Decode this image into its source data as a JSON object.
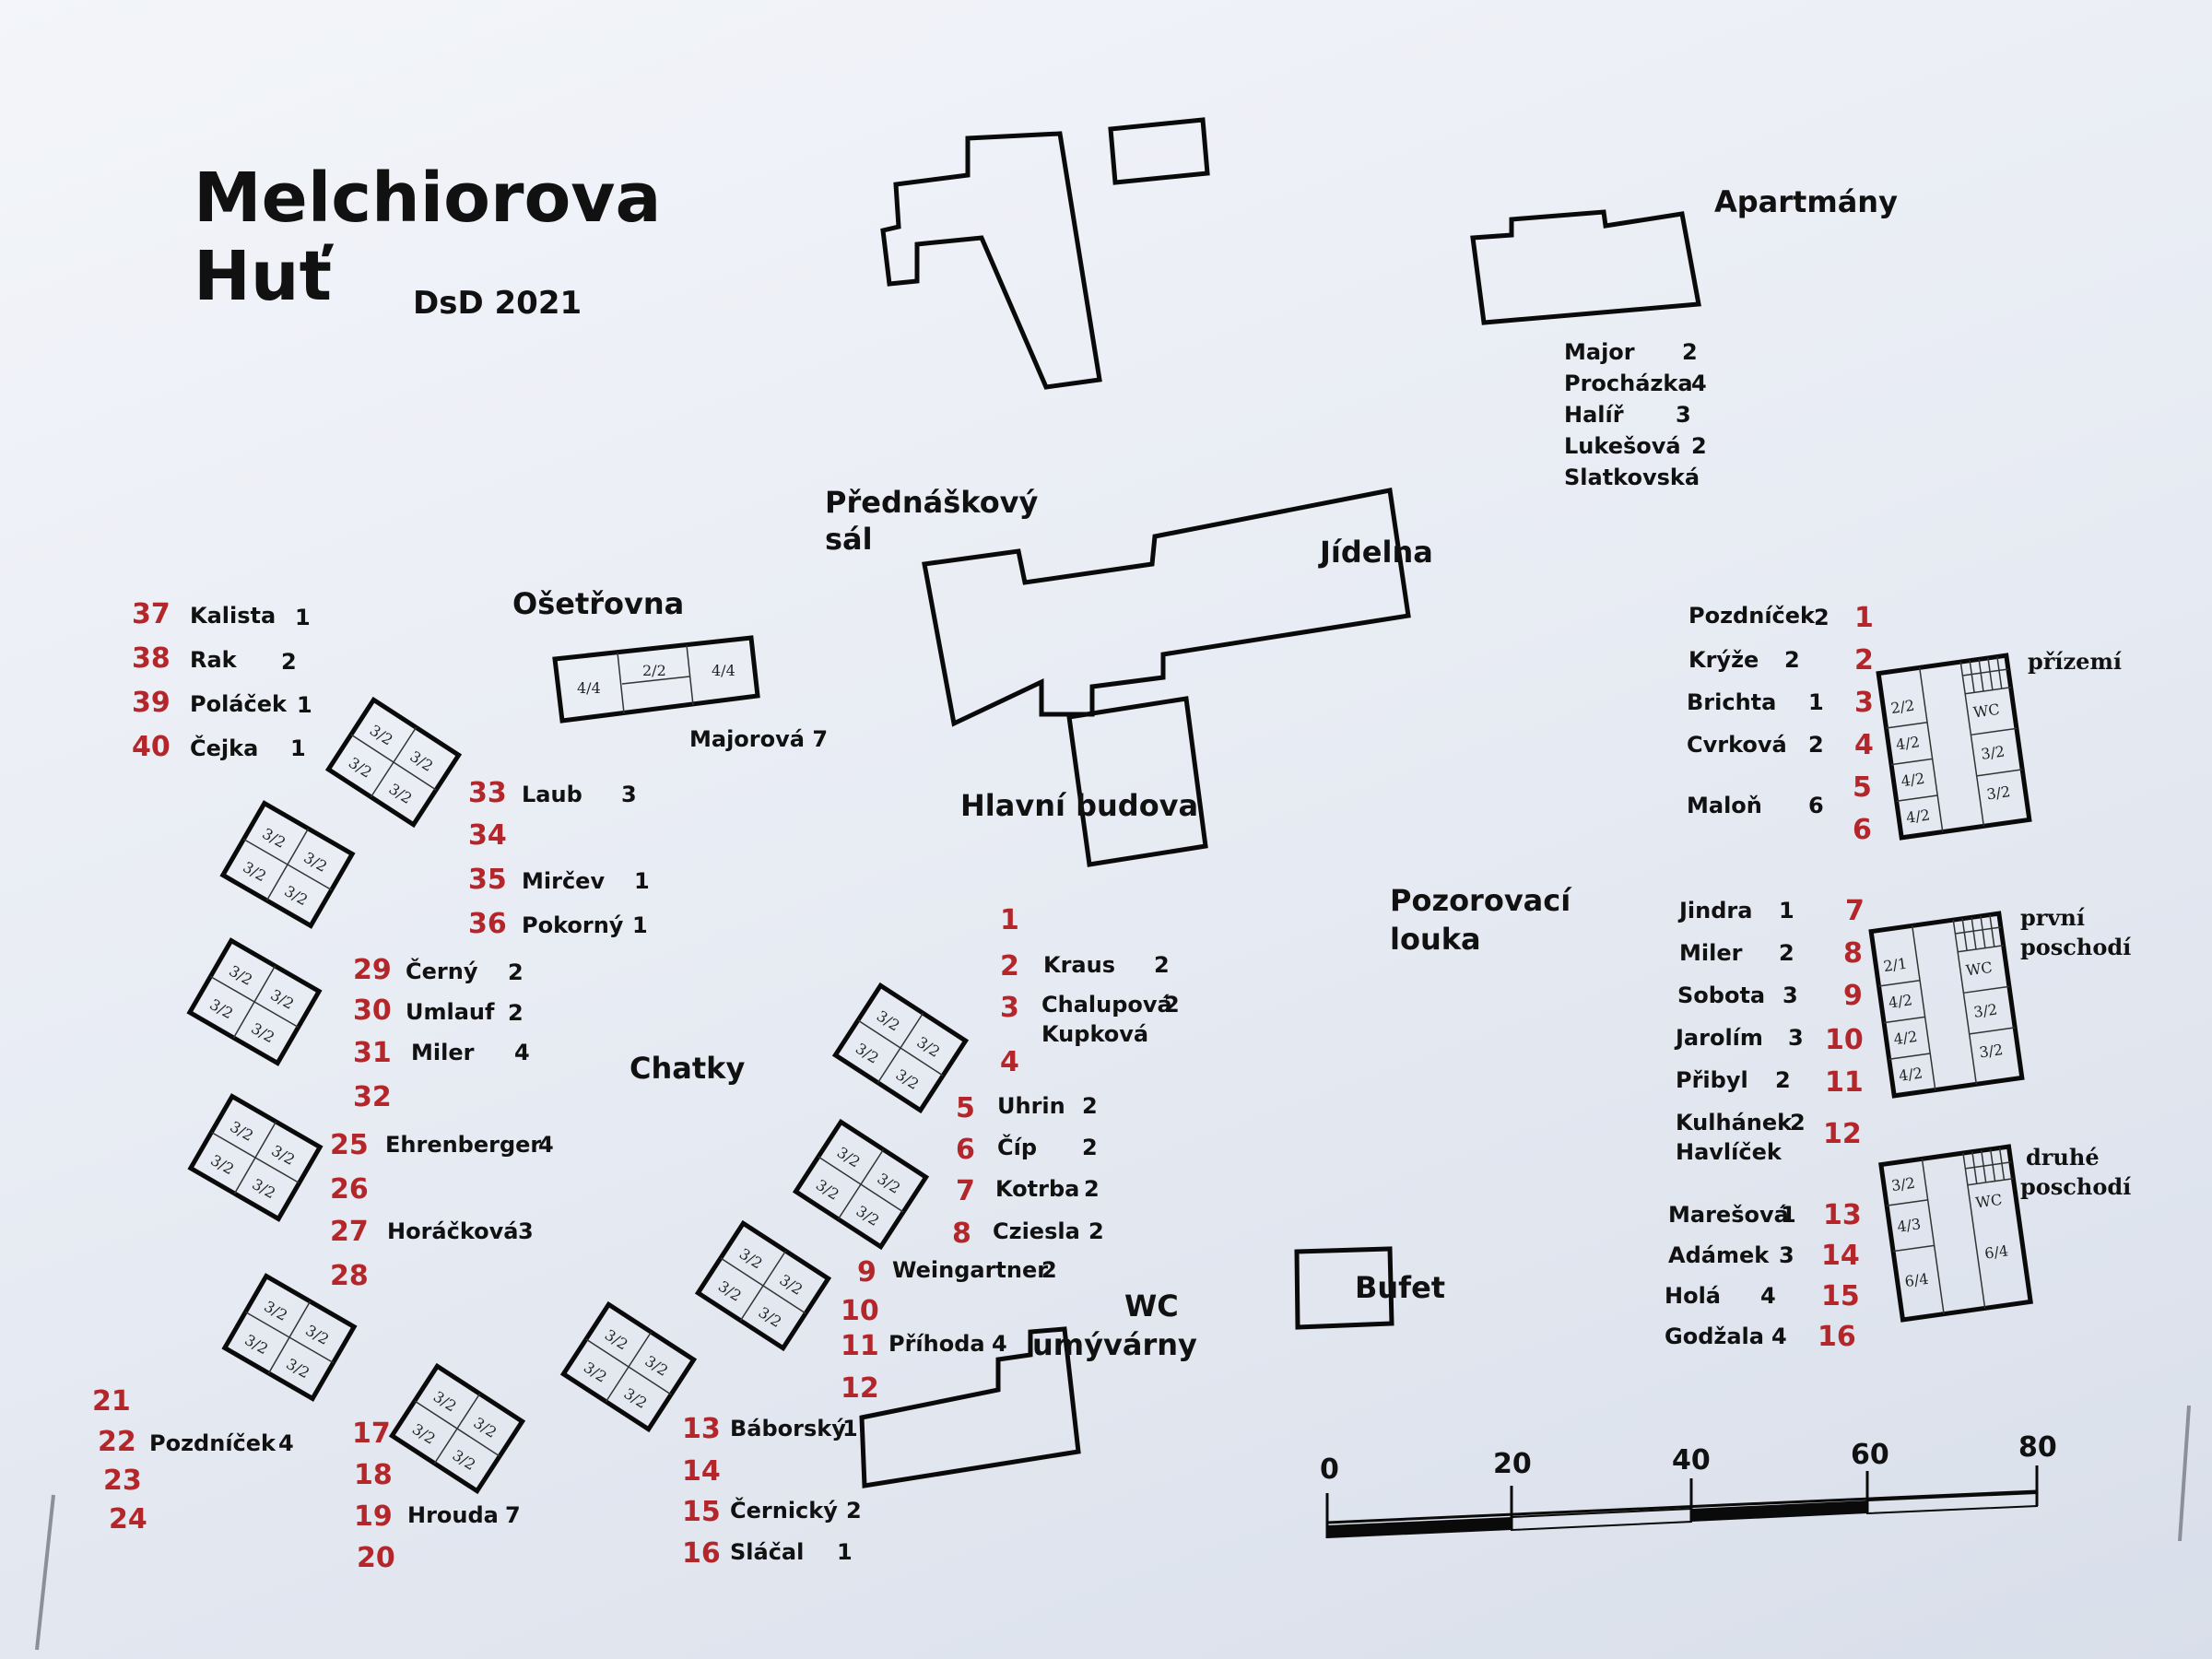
{
  "title_line1": "Melchiorova",
  "title_line2": "Huť",
  "subtitle": "DsD 2021",
  "labels": {
    "apartmany": "Apartmány",
    "prednaskovy_1": "Přednáškový",
    "prednaskovy_2": "sál",
    "jidelna": "Jídelna",
    "osetrovna": "Ošetřovna",
    "majorova": "Majorová 7",
    "hlavni_budova": "Hlavní budova",
    "pozorovaci_1": "Pozorovací",
    "pozorovaci_2": "louka",
    "chatky": "Chatky",
    "wc": "WC",
    "umyvarny": "umývárny",
    "bufet": "Bufet",
    "prizemi": "přízemí",
    "prvni_1": "první",
    "prvni_2": "poschodí",
    "druhe_1": "druhé",
    "druhe_2": "poschodí"
  },
  "icons": {
    "cabin": "cabin-icon",
    "building": "building-outline-icon",
    "pin": "pin-icon",
    "scale_bar": "scale-bar-icon"
  },
  "colors": {
    "room_number": "#b3262a",
    "ink": "#111111",
    "paper": "#eef1f7"
  },
  "apartments_list": [
    {
      "name": "Major",
      "count": "2"
    },
    {
      "name": "Procházka",
      "count": "4"
    },
    {
      "name": "Halíř",
      "count": "3"
    },
    {
      "name": "Lukešová",
      "count": "2"
    },
    {
      "name": "Slatkovská",
      "count": ""
    }
  ],
  "cabins_right": [
    {
      "num": "1",
      "name": "",
      "count": ""
    },
    {
      "num": "2",
      "name": "Kraus",
      "count": "2"
    },
    {
      "num": "3",
      "name": "Chalupová",
      "count": "2"
    },
    {
      "num": "",
      "name": "Kupková",
      "count": ""
    },
    {
      "num": "4",
      "name": "",
      "count": ""
    },
    {
      "num": "5",
      "name": "Uhrin",
      "count": "2"
    },
    {
      "num": "6",
      "name": "Číp",
      "count": "2"
    },
    {
      "num": "7",
      "name": "Kotrba",
      "count": "2"
    },
    {
      "num": "8",
      "name": "Cziesla",
      "count": "2"
    },
    {
      "num": "9",
      "name": "Weingartner",
      "count": "2"
    },
    {
      "num": "10",
      "name": "",
      "count": ""
    },
    {
      "num": "11",
      "name": "Příhoda",
      "count": "4"
    },
    {
      "num": "12",
      "name": "",
      "count": ""
    },
    {
      "num": "13",
      "name": "Báborský",
      "count": "1"
    },
    {
      "num": "14",
      "name": "",
      "count": ""
    },
    {
      "num": "15",
      "name": "Černický",
      "count": "2"
    },
    {
      "num": "16",
      "name": "Sláčal",
      "count": "1"
    }
  ],
  "cabins_left": [
    {
      "num": "37",
      "name": "Kalista",
      "count": "1"
    },
    {
      "num": "38",
      "name": "Rak",
      "count": "2"
    },
    {
      "num": "39",
      "name": "Poláček",
      "count": "1"
    },
    {
      "num": "40",
      "name": "Čejka",
      "count": "1"
    },
    {
      "num": "33",
      "name": "Laub",
      "count": "3"
    },
    {
      "num": "34",
      "name": "",
      "count": ""
    },
    {
      "num": "35",
      "name": "Mirčev",
      "count": "1"
    },
    {
      "num": "36",
      "name": "Pokorný",
      "count": "1"
    },
    {
      "num": "29",
      "name": "Černý",
      "count": "2"
    },
    {
      "num": "30",
      "name": "Umlauf",
      "count": "2"
    },
    {
      "num": "31",
      "name": "Miler",
      "count": "4"
    },
    {
      "num": "32",
      "name": "",
      "count": ""
    },
    {
      "num": "25",
      "name": "Ehrenberger",
      "count": "4"
    },
    {
      "num": "26",
      "name": "",
      "count": ""
    },
    {
      "num": "27",
      "name": "Horáčková",
      "count": "3"
    },
    {
      "num": "28",
      "name": "",
      "count": ""
    },
    {
      "num": "21",
      "name": "",
      "count": ""
    },
    {
      "num": "22",
      "name": "Pozdníček",
      "count": "4"
    },
    {
      "num": "23",
      "name": "",
      "count": ""
    },
    {
      "num": "24",
      "name": "",
      "count": ""
    },
    {
      "num": "17",
      "name": "",
      "count": ""
    },
    {
      "num": "18",
      "name": "",
      "count": ""
    },
    {
      "num": "19",
      "name": "Hrouda",
      "count": "7"
    },
    {
      "num": "20",
      "name": "",
      "count": ""
    }
  ],
  "main_building_rooms": [
    {
      "name": "Pozdníček",
      "count": "2",
      "num": "1"
    },
    {
      "name": "Krýže",
      "count": "2",
      "num": "2"
    },
    {
      "name": "Brichta",
      "count": "1",
      "num": "3"
    },
    {
      "name": "Cvrková",
      "count": "2",
      "num": "4"
    },
    {
      "name": "",
      "count": "",
      "num": "5"
    },
    {
      "name": "Maloň",
      "count": "6",
      "num": ""
    },
    {
      "name": "",
      "count": "",
      "num": "6"
    },
    {
      "name": "Jindra",
      "count": "1",
      "num": "7"
    },
    {
      "name": "Miler",
      "count": "2",
      "num": "8"
    },
    {
      "name": "Sobota",
      "count": "3",
      "num": "9"
    },
    {
      "name": "Jarolím",
      "count": "3",
      "num": "10"
    },
    {
      "name": "Přibyl",
      "count": "2",
      "num": "11"
    },
    {
      "name": "Kulhánek",
      "count": "2",
      "num": "12"
    },
    {
      "name": "Havlíček",
      "count": "",
      "num": ""
    },
    {
      "name": "Marešová",
      "count": "1",
      "num": "13"
    },
    {
      "name": "Adámek",
      "count": "3",
      "num": "14"
    },
    {
      "name": "Holá",
      "count": "4",
      "num": "15"
    },
    {
      "name": "Godžala",
      "count": "4",
      "num": "16"
    }
  ],
  "osetrovna_rooms": [
    "4/4",
    "2/2",
    "4/4"
  ],
  "cabin_rooms": [
    "3/2",
    "3/2",
    "3/2",
    "3/2"
  ],
  "floor_plans": {
    "prizemi": [
      "2/2",
      "4/2",
      "4/2",
      "4/2",
      "WC",
      "3/2",
      "3/2"
    ],
    "prvni": [
      "2/1",
      "4/2",
      "4/2",
      "4/2",
      "WC",
      "3/2",
      "3/2"
    ],
    "druhe": [
      "3/2",
      "4/3",
      "6/4",
      "WC",
      "6/4"
    ]
  },
  "scale": {
    "ticks": [
      "0",
      "20",
      "40",
      "60",
      "80"
    ]
  }
}
